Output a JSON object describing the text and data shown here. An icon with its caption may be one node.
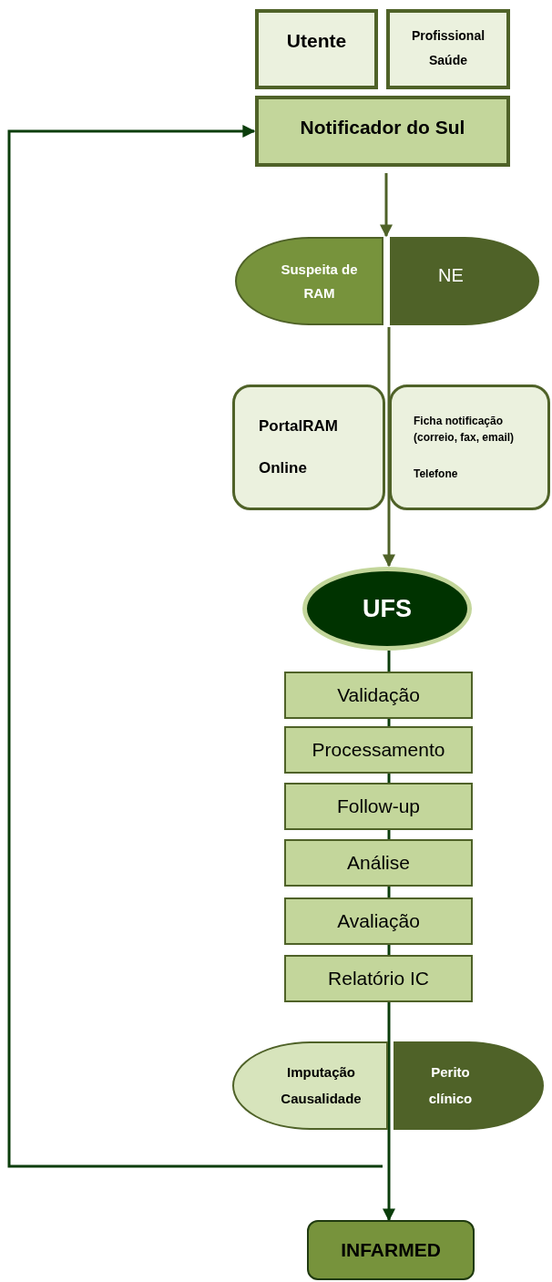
{
  "diagram": {
    "nodes": [
      {
        "text": [
          "Utente"
        ]
      },
      {
        "text": [
          "Profissional Saúde"
        ]
      },
      {
        "text": [
          "Notificador do Sul"
        ]
      },
      {
        "text": [
          "Suspeita de RAM"
        ]
      },
      {
        "text": [
          "NE"
        ]
      },
      {
        "text": [
          "PortalRAM",
          "Online"
        ]
      },
      {
        "text": [
          "Ficha notificação (correio, fax, email)",
          "Telefone"
        ]
      },
      {
        "text": [
          "UFS"
        ]
      },
      {
        "text": [
          "Validação"
        ]
      },
      {
        "text": [
          "Processamento"
        ]
      },
      {
        "text": [
          "Follow-up"
        ]
      },
      {
        "text": [
          "Análise"
        ]
      },
      {
        "text": [
          "Avaliação"
        ]
      },
      {
        "text": [
          "Relatório IC"
        ]
      },
      {
        "text": [
          "Imputação Causalidade"
        ]
      },
      {
        "text": [
          "Perito clínico"
        ]
      },
      {
        "text": [
          "INFARMED"
        ]
      }
    ],
    "edges": [
      {
        "from": 2,
        "to": 3,
        "arrow": "to",
        "color": "#4f6228"
      },
      {
        "from": 3,
        "to": 7,
        "arrow": "to",
        "color": "#4f6228"
      },
      {
        "from": 7,
        "to": 8,
        "arrow": "none"
      },
      {
        "from": 8,
        "to": 9,
        "arrow": "none"
      },
      {
        "from": 9,
        "to": 10,
        "arrow": "none"
      },
      {
        "from": 10,
        "to": 11,
        "arrow": "none"
      },
      {
        "from": 11,
        "to": 12,
        "arrow": "none"
      },
      {
        "from": 12,
        "to": 13,
        "arrow": "none"
      },
      {
        "from": 13,
        "to": 16,
        "arrow": "to"
      },
      {
        "from": null,
        "to": 2,
        "arrow": "to"
      }
    ]
  }
}
